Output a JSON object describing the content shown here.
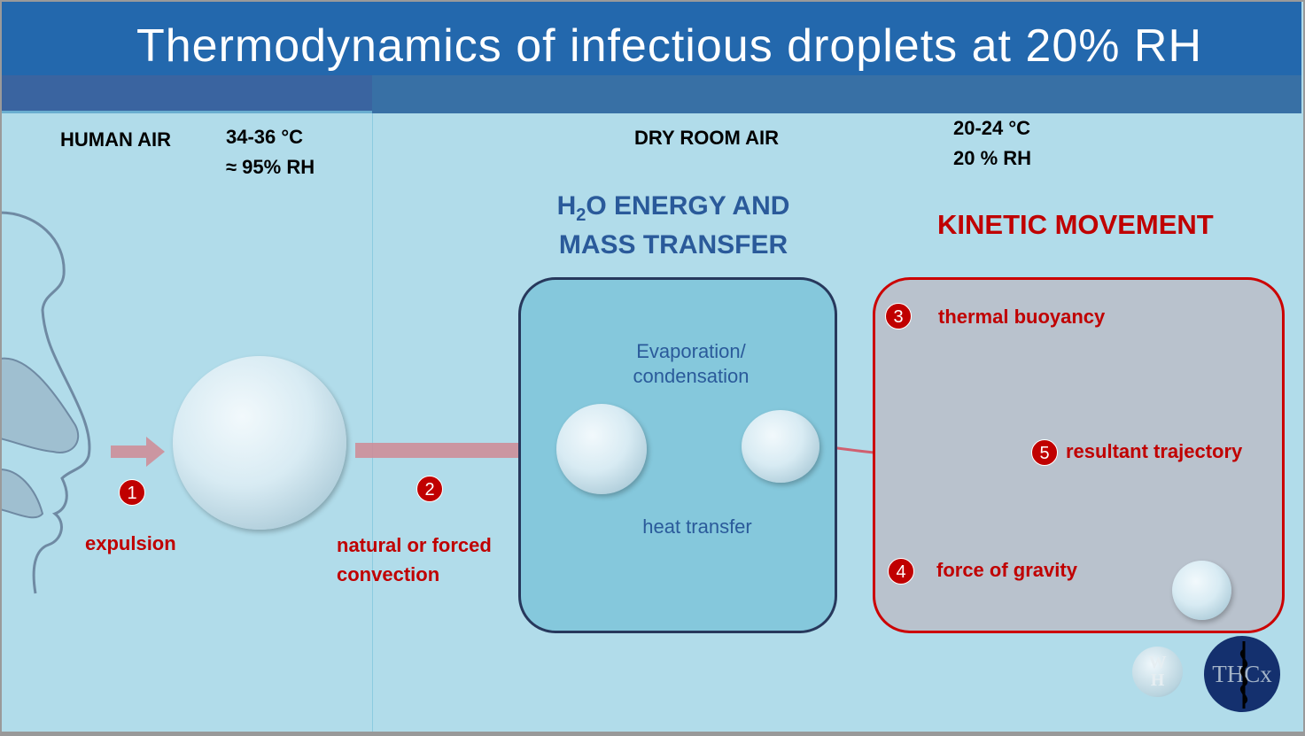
{
  "title": "Thermodynamics of infectious droplets at 20% RH",
  "human_air": {
    "label": "HUMAN AIR",
    "temp": "34-36 °C",
    "rh": "≈ 95% RH"
  },
  "room_air": {
    "label": "DRY ROOM AIR",
    "temp": "20-24 °C",
    "rh": "20 % RH"
  },
  "energy": {
    "line1_a": "H",
    "line1_sub": "2",
    "line1_b": "O ENERGY AND",
    "line2": "MASS TRANSFER",
    "evap1": "Evaporation/",
    "evap2": "condensation",
    "heat": "heat transfer"
  },
  "kinetic": {
    "title": "KINETIC MOVEMENT"
  },
  "steps": [
    {
      "num": "1",
      "label": "expulsion"
    },
    {
      "num": "2",
      "label": "natural or forced",
      "label2": "convection"
    },
    {
      "num": "3",
      "label": "thermal buoyancy"
    },
    {
      "num": "4",
      "label": "force of gravity"
    },
    {
      "num": "5",
      "label": "resultant trajectory"
    }
  ],
  "logos": {
    "wh": "WH",
    "thcx": "THCx"
  },
  "colors": {
    "header": "#2368ad",
    "accent_red": "#c00000",
    "box_blue": "#85c8dc"
  }
}
